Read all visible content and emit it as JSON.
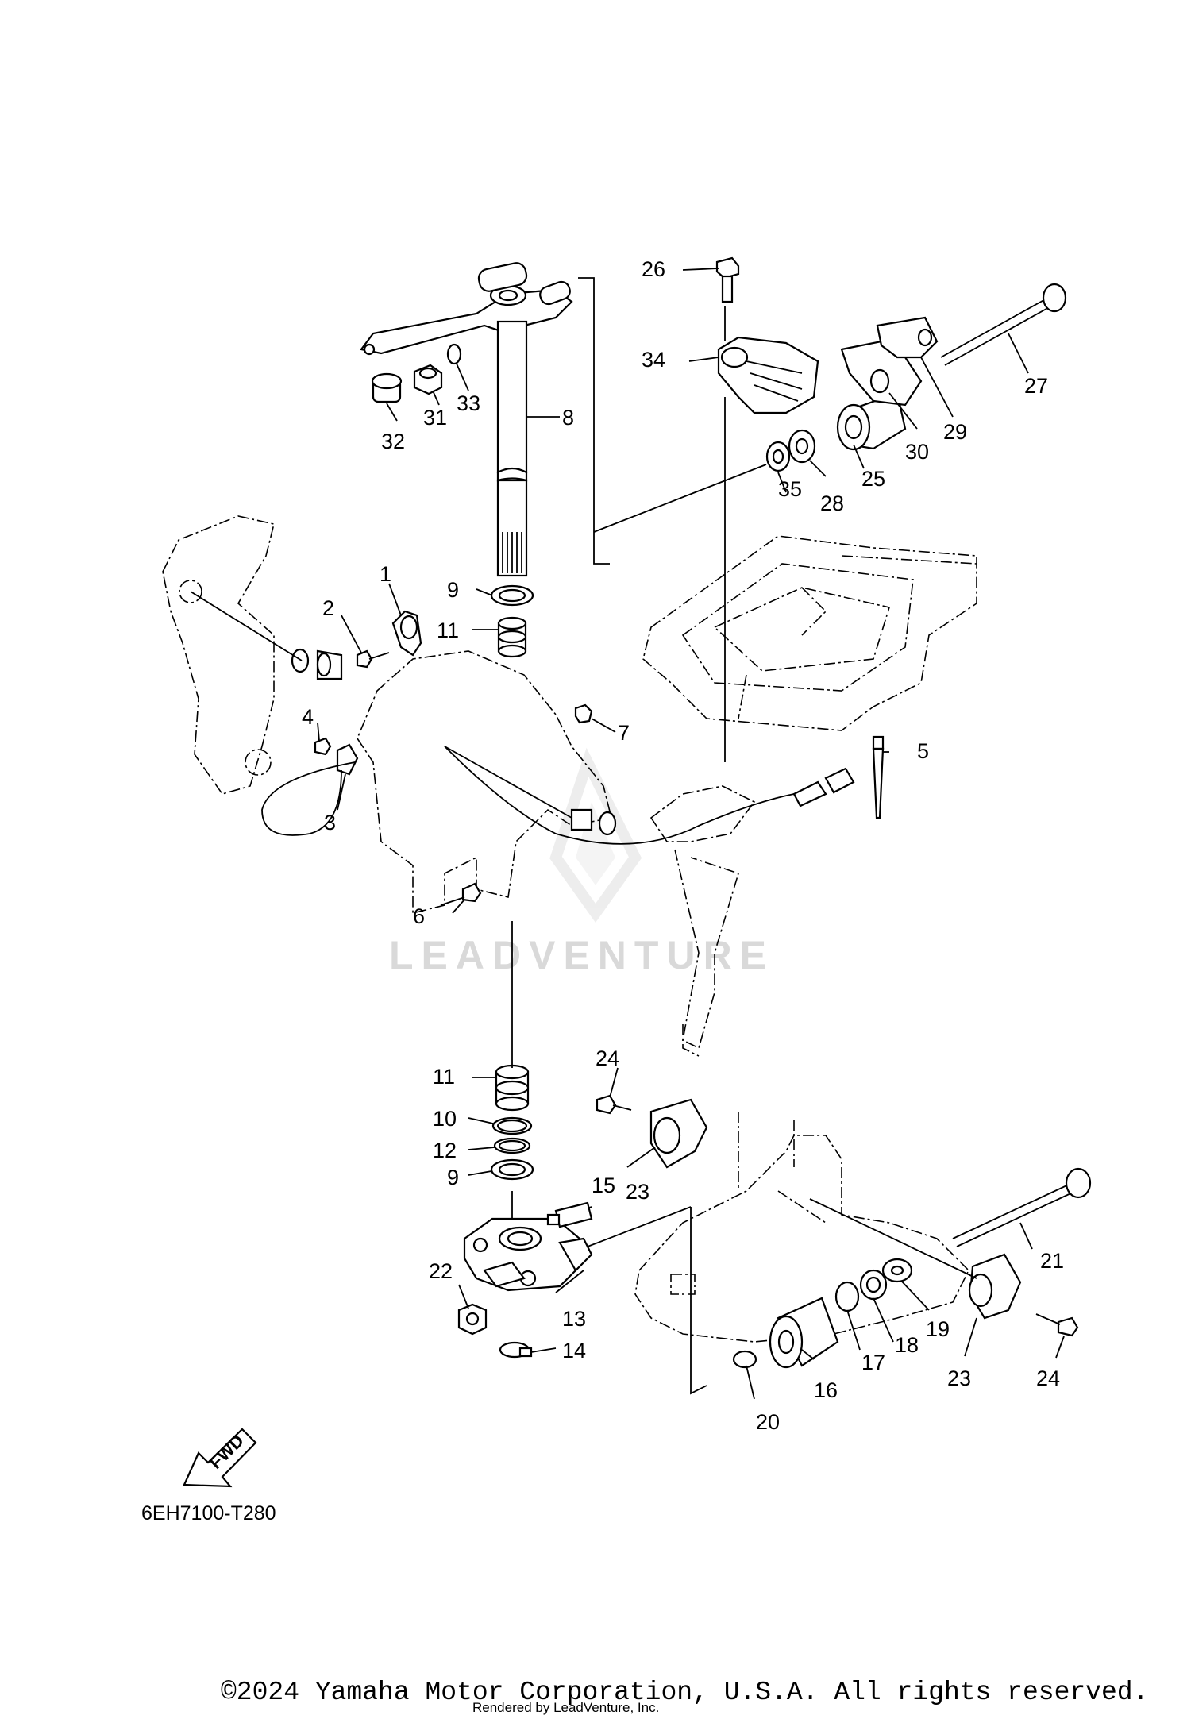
{
  "diagram_code": "6EH7100-T280",
  "fwd_label": "FWD",
  "watermark": "LEADVENTURE",
  "copyright": "©2024 Yamaha Motor Corporation, U.S.A. All rights reserved.",
  "rendered_by": "Rendered by LeadVenture, Inc.",
  "callouts": {
    "c1": "1",
    "c2": "2",
    "c3": "3",
    "c4": "4",
    "c5": "5",
    "c6": "6",
    "c7": "7",
    "c8": "8",
    "c9a": "9",
    "c9b": "9",
    "c10": "10",
    "c11a": "11",
    "c11b": "11",
    "c12": "12",
    "c13": "13",
    "c14": "14",
    "c15": "15",
    "c16": "16",
    "c17": "17",
    "c18": "18",
    "c19": "19",
    "c20": "20",
    "c21": "21",
    "c22": "22",
    "c23a": "23",
    "c23b": "23",
    "c24a": "24",
    "c24b": "24",
    "c25": "25",
    "c26": "26",
    "c27": "27",
    "c28": "28",
    "c29": "29",
    "c30": "30",
    "c31": "31",
    "c32": "32",
    "c33": "33",
    "c34": "34",
    "c35": "35"
  }
}
